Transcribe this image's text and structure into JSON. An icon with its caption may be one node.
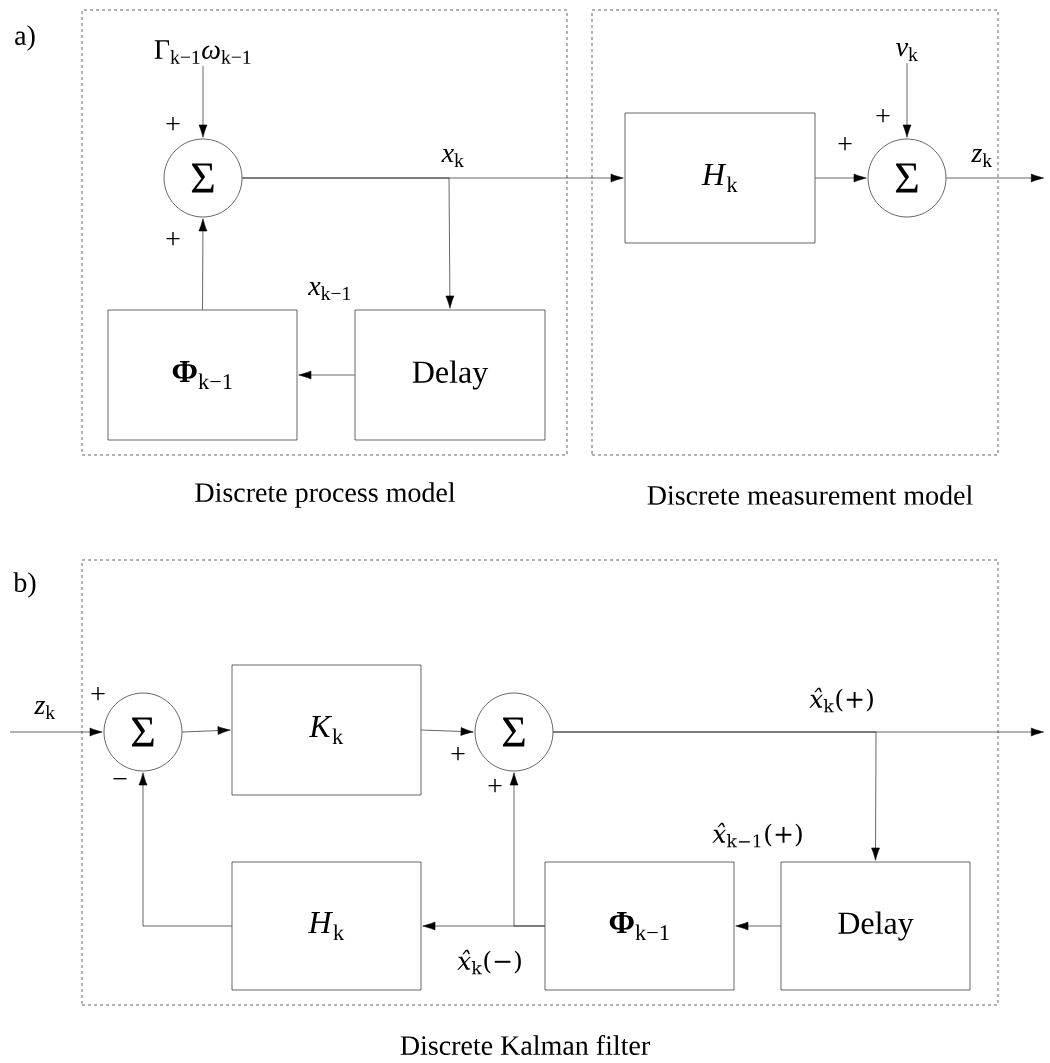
{
  "diagram": {
    "nodes": [
      {
        "text": [
          "Discrete process model"
        ]
      },
      {
        "text": [
          "Discrete measurement model"
        ]
      },
      {
        "text": [
          "Σ"
        ],
        "in": 0
      },
      {
        "text": [
          "**Φ**$_{k−1}$"
        ],
        "in": 0
      },
      {
        "text": [
          "Delay"
        ],
        "in": 0
      },
      {
        "text": [
          "*H*$_{k}$"
        ],
        "in": 1
      },
      {
        "text": [
          "Σ"
        ],
        "in": 1
      },
      {
        "text": [
          "Discrete Kalman filter"
        ]
      },
      {
        "text": [
          "Σ"
        ],
        "in": 7
      },
      {
        "text": [
          "*K*$_{k}$"
        ],
        "in": 7
      },
      {
        "text": [
          "Σ"
        ],
        "in": 7
      },
      {
        "text": [
          "*H*$_{k}$"
        ],
        "in": 7
      },
      {
        "text": [
          "**Φ**$_{k−1}$"
        ],
        "in": 7
      },
      {
        "text": [
          "Delay"
        ],
        "in": 7
      },
      {
        "text": [
          "Γ$_{k−1}$*ω*$_{k−1}$"
        ],
        "in": 0
      },
      {
        "text": [
          "*v*$_{k}$"
        ],
        "in": 1
      }
    ],
    "edges": [
      {
        "from": 14,
        "to": 2,
        "arrow": "to"
      },
      {
        "from": 3,
        "to": 2,
        "arrow": "to"
      },
      {
        "from": 2,
        "to": 5,
        "arrow": "to",
        "label": "*x*$_{k}$"
      },
      {
        "from": 2,
        "to": 4,
        "arrow": "to"
      },
      {
        "from": 4,
        "to": 3,
        "arrow": "to"
      },
      {
        "from": 5,
        "to": 6,
        "arrow": "to"
      },
      {
        "from": 15,
        "to": 6,
        "arrow": "to"
      },
      {
        "from": 6,
        "to": null,
        "arrow": "to",
        "label": "*z*$_{k}$"
      },
      {
        "from": null,
        "to": 8,
        "arrow": "to",
        "label": "*z*$_{k}$"
      },
      {
        "from": 8,
        "to": 9,
        "arrow": "to"
      },
      {
        "from": 9,
        "to": 10,
        "arrow": "to"
      },
      {
        "from": 11,
        "to": 8,
        "arrow": "to"
      },
      {
        "from": 10,
        "to": null,
        "arrow": "to",
        "label": "*x̂*$_{k}$(+)"
      },
      {
        "from": 10,
        "to": 13,
        "arrow": "to"
      },
      {
        "from": 13,
        "to": 12,
        "arrow": "to",
        "label": "*x̂*$_{k−1}$(+)"
      },
      {
        "from": 12,
        "to": 11,
        "arrow": "to",
        "label": "*x̂*$_{k}$(−)"
      },
      {
        "from": 12,
        "to": 10,
        "arrow": "to"
      }
    ],
    "labels": [
      "a)",
      "+",
      "+",
      "+",
      "+",
      "*x*$_{k−1}$",
      "b)",
      "+",
      "−",
      "+",
      "+"
    ]
  }
}
